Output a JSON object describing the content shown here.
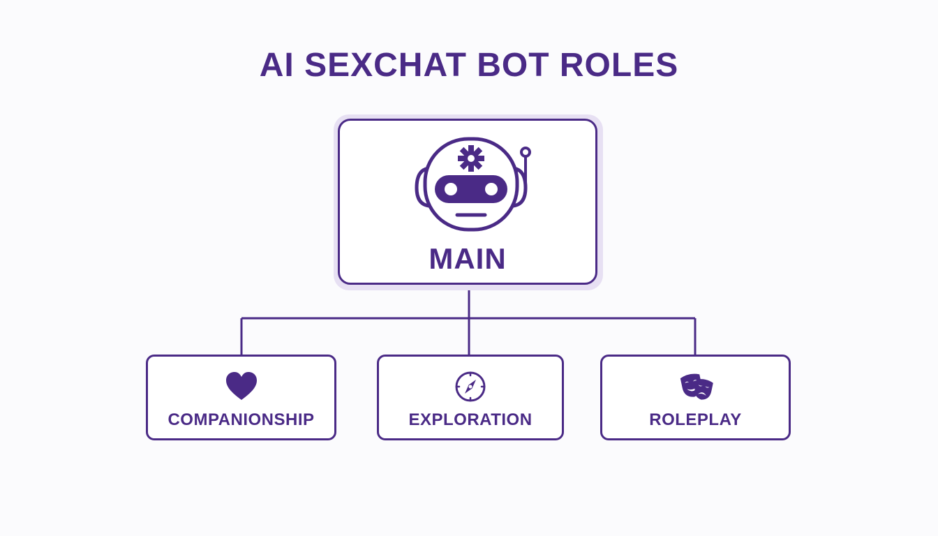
{
  "title": "AI SEXCHAT BOT ROLES",
  "colors": {
    "primary": "#4a2a86",
    "glow": "#e7e0f3",
    "background": "#fbfbfd"
  },
  "main_node": {
    "label": "MAIN",
    "icon": "robot-icon"
  },
  "children": [
    {
      "label": "COMPANIONSHIP",
      "icon": "heart-icon"
    },
    {
      "label": "EXPLORATION",
      "icon": "compass-icon"
    },
    {
      "label": "ROLEPLAY",
      "icon": "theater-masks-icon"
    }
  ]
}
